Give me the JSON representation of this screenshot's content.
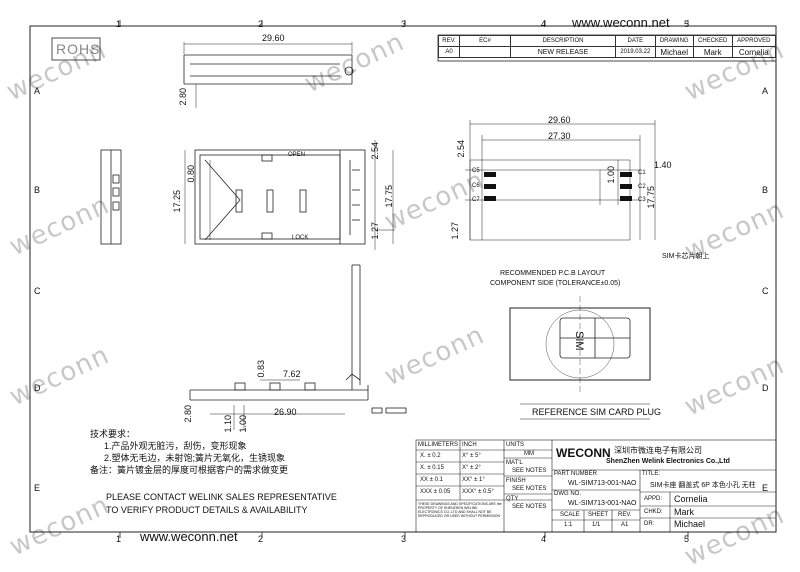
{
  "website": "www.weconn.net",
  "watermark": "weconn",
  "rohs": "ROHS",
  "grid": {
    "cols": [
      "1",
      "2",
      "3",
      "4",
      "5"
    ],
    "rows": [
      "A",
      "B",
      "C",
      "D",
      "E"
    ]
  },
  "revision": {
    "headers": [
      "REV.",
      "EC#",
      "DESCRIPTION",
      "DATE",
      "DRAWING",
      "CHECKED",
      "APPROVED"
    ],
    "row": [
      "A0",
      "",
      "NEW RELEASE",
      "2019.03.22",
      "Michael",
      "Mark",
      "Cornelia"
    ]
  },
  "dims": {
    "top_w": "29.60",
    "top_h": "2.80",
    "front_h": "17.25",
    "front_080": "0.80",
    "front_254": "2.54",
    "front_1775": "17.75",
    "front_127": "1.27",
    "open": "OPEN",
    "lock": "LOCK",
    "bot_w": "26.90",
    "bot_280": "2.80",
    "bot_110": "1.10",
    "bot_100": "1.00",
    "bot_083": "0.83",
    "bot_762": "7.62",
    "pcb_w1": "29.60",
    "pcb_w2": "27.30",
    "pcb_254": "2.54",
    "pcb_140": "1.40",
    "pcb_100": "1.00",
    "pcb_1775": "17.75",
    "pcb_127": "1.27",
    "pins": [
      "C5",
      "C6",
      "C7",
      "C1",
      "C2",
      "C3"
    ]
  },
  "pcb_note": "SIM卡芯片朝上",
  "layout_title_1": "RECOMMENDED P.C.B LAYOUT",
  "layout_title_2": "COMPONENT SIDE (TOLERANCE±0.05)",
  "sim_label": "SIM",
  "sim_plug_title": "REFERENCE SIM CARD PLUG",
  "tech": {
    "title": "技术要求：",
    "l1": "1.产品外观无脏污，刮伤，变形现象",
    "l2": "2.塑体无毛边，未射饱;簧片无氧化，生锈现象",
    "l3": "备注：簧片镀金层的厚度可根据客户的需求做变更"
  },
  "contact": {
    "l1": "PLEASE CONTACT WELINK SALES REPRESENTATIVE",
    "l2": "TO VERIFY PRODUCT DETAILS & AVAILABILITY"
  },
  "title_block": {
    "tol_headers": [
      "MILLIMETERS",
      "INCH"
    ],
    "tol_rows": [
      [
        "X.  ± 0.2",
        "X°  ± 5°"
      ],
      [
        "X.  ± 0.15",
        "X°  ± 2°"
      ],
      [
        "XX  ± 0.1",
        "XX°  ± 1°"
      ],
      [
        "XXX ± 0.05",
        "XXX° ± 0.5°"
      ]
    ],
    "units_label": "UNITS",
    "units": "MM",
    "matl": "MAT'L",
    "finish": "FINISH",
    "qty": "QTY",
    "see_notes": "SEE NOTES",
    "company_logo": "WECONN",
    "company_cn": "深圳市微连电子有限公司",
    "company_en": "ShenZhen Welink Electronics Co.,Ltd",
    "title_label": "TITLE:",
    "title": "SIM卡座 翻盖式 6P 本色小孔 无柱",
    "part_label": "PART NUMBER",
    "part": "WL-SIM713-001-NAO",
    "dwg_label": "DWG NO.",
    "dwg": "WL-SIM713-001-NAO",
    "appd_label": "APPD:",
    "appd": "Cornelia",
    "chkd_label": "CHKD:",
    "chkd": "Mark",
    "dr_label": "DR:",
    "dr": "Michael",
    "scale_label": "SCALE",
    "scale": "1:1",
    "sheet_label": "SHEET",
    "sheet": "1/1",
    "rev_label": "REV.",
    "rev": "A1",
    "legal": "THESE DRAWINGS AND SPECIFICATIONS ARE the PROPERTY OF SHENZHEN WELINK ELECTRONICS CO.,LTD AND SHALL NOT BE REPRODUCED OR USED WITHOUT PERMISSION"
  }
}
